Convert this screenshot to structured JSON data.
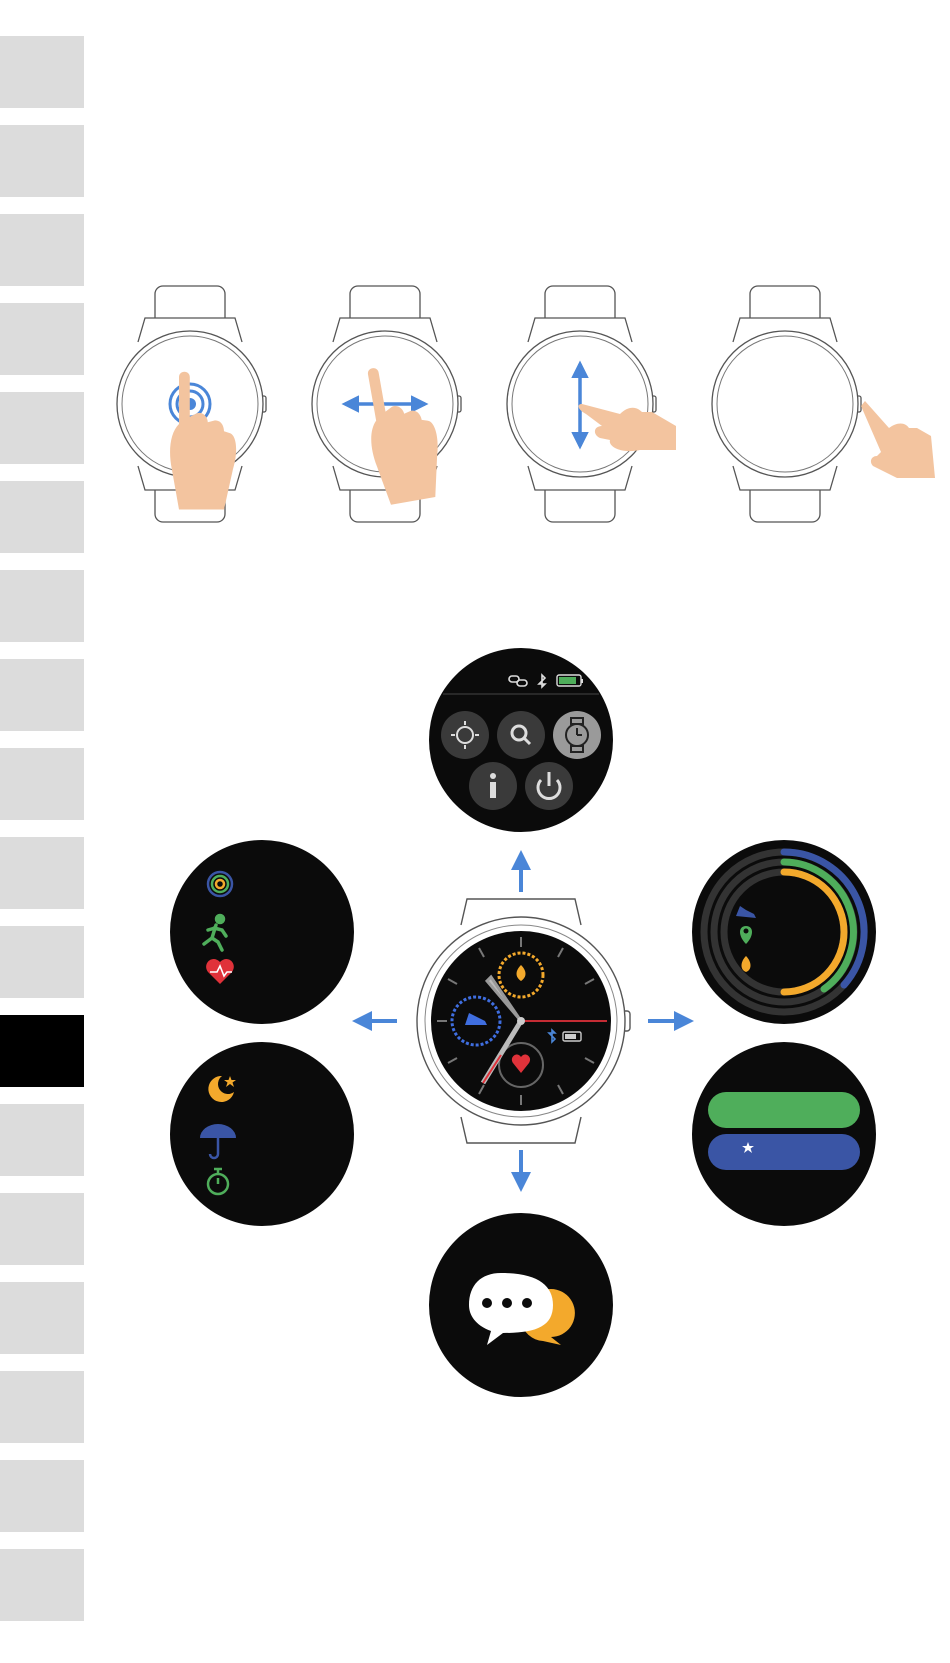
{
  "side_tabs": [
    {
      "active": false
    },
    {
      "active": false
    },
    {
      "active": false
    },
    {
      "active": false
    },
    {
      "active": false
    },
    {
      "active": false
    },
    {
      "active": false
    },
    {
      "active": false
    },
    {
      "active": false
    },
    {
      "active": false
    },
    {
      "active": false
    },
    {
      "active": true
    },
    {
      "active": false
    },
    {
      "active": false
    },
    {
      "active": false
    },
    {
      "active": false
    },
    {
      "active": false
    },
    {
      "active": false
    }
  ],
  "gestures": [
    {
      "name": "tap",
      "icon": "tap-gesture-icon"
    },
    {
      "name": "swipe-horizontal",
      "icon": "swipe-horizontal-icon"
    },
    {
      "name": "swipe-vertical",
      "icon": "swipe-vertical-icon"
    },
    {
      "name": "press-button",
      "icon": "press-side-button-icon"
    }
  ],
  "colors": {
    "arrow": "#4a86d8",
    "hand": "#f3c49f",
    "screen": "#0b0b0b",
    "green": "#4fae5b",
    "blue": "#3a55a5",
    "orange": "#f3a92c",
    "red": "#e0323a",
    "tab": "#dcdcdc",
    "tab_active": "#000000"
  },
  "screens": {
    "top": {
      "name": "quick-settings",
      "icons": [
        "link-icon",
        "bluetooth-icon",
        "battery-icon",
        "brightness-icon",
        "search-icon",
        "watch-face-icon",
        "info-icon",
        "power-icon"
      ]
    },
    "left_top": {
      "name": "activity-widgets",
      "icons": [
        "target-icon",
        "running-icon",
        "heart-rate-icon"
      ]
    },
    "left_bottom": {
      "name": "utility-widgets",
      "icons": [
        "sleep-icon",
        "weather-umbrella-icon",
        "stopwatch-icon"
      ]
    },
    "right_top": {
      "name": "activity-rings",
      "icons": [
        "steps-icon",
        "distance-icon",
        "calories-icon"
      ]
    },
    "right_bottom": {
      "name": "sleep-modes",
      "icons": [
        "moon-icon",
        "moon-star-icon"
      ]
    },
    "bottom": {
      "name": "messages",
      "icons": [
        "chat-bubbles-icon"
      ]
    }
  }
}
